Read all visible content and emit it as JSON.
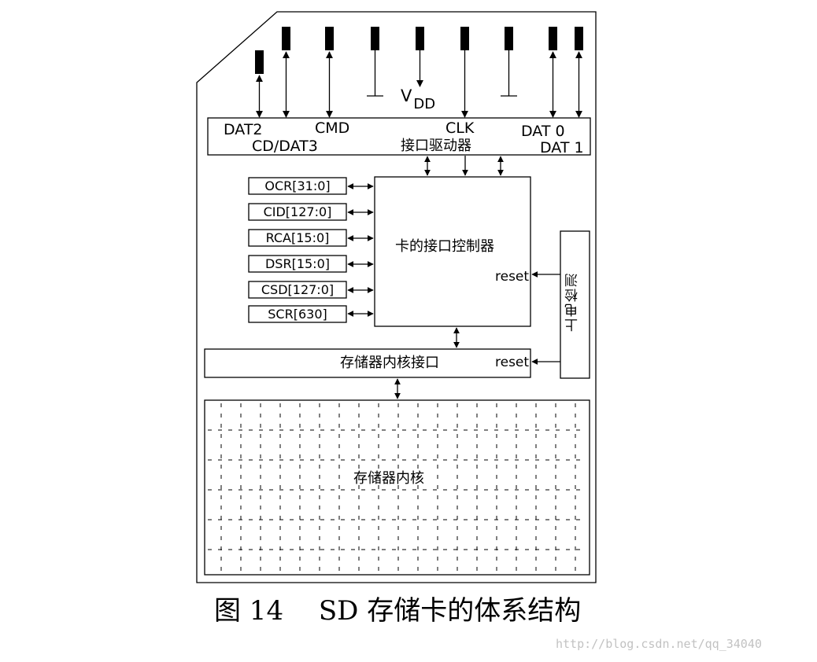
{
  "pins": {
    "dat2": "DAT2",
    "cd_dat3": "CD/DAT3",
    "cmd": "CMD",
    "vdd_main": "V",
    "vdd_sub": "DD",
    "clk": "CLK",
    "dat0": "DAT 0",
    "dat1": "DAT 1"
  },
  "blocks": {
    "interface_driver": "接口驱动器",
    "card_controller": "卡的接口控制器",
    "power_detect": "上电检测",
    "memory_interface": "存储器内核接口",
    "memory_core": "存储器内核"
  },
  "registers": [
    {
      "label": "OCR[31:0]"
    },
    {
      "label": "CID[127:0]"
    },
    {
      "label": "RCA[15:0]"
    },
    {
      "label": "DSR[15:0]"
    },
    {
      "label": "CSD[127:0]"
    },
    {
      "label": "SCR[630]"
    }
  ],
  "signals": {
    "reset_1": "reset",
    "reset_2": "reset"
  },
  "caption": "图 14　 SD 存储卡的体系结构",
  "watermark": "http://blog.csdn.net/qq_34040"
}
